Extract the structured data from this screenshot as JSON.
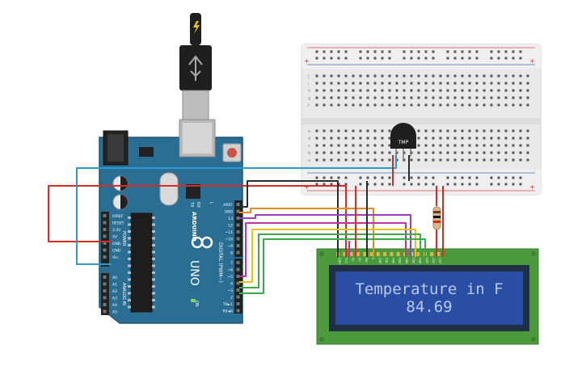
{
  "lcd": {
    "line1": "Temperature in F",
    "line2": "84.69",
    "pins": [
      "GND",
      "VCC",
      "V0",
      "RS",
      "RW",
      "E",
      "DB0",
      "DB1",
      "DB2",
      "DB3",
      "DB4",
      "DB5",
      "DB6",
      "DB7",
      "LED",
      "LED"
    ]
  },
  "arduino": {
    "model": "UNO",
    "brand": "ARDUINO",
    "tx_label": "TX",
    "rx_label": "RX",
    "on_label": "ON",
    "l_label": "L",
    "digital_label": "DIGITAL (PWM~)",
    "power_label": "POWER",
    "analog_label": "ANALOG IN",
    "header_top": [
      "AREF",
      "GND",
      "13",
      "12",
      "~11",
      "~10",
      "~9",
      "8"
    ],
    "header_mid": [
      "7",
      "~6",
      "~5",
      "4",
      "~3",
      "2",
      "TX►1",
      "RX◄0"
    ],
    "power_pins": [
      "IOREF",
      "RESET",
      "3.3V",
      "5V",
      "GND",
      "GND",
      "Vin"
    ],
    "analog_pins": [
      "A0",
      "A1",
      "A2",
      "A3",
      "A4",
      "A5"
    ]
  },
  "sensor": {
    "label": "TMP"
  },
  "breadboard": {
    "row_letters_top": [
      "j",
      "i",
      "h",
      "g",
      "f"
    ],
    "row_letters_bottom": [
      "e",
      "d",
      "c",
      "b",
      "a"
    ],
    "rail_plus": "+",
    "rail_minus": "−",
    "columns": 30
  },
  "colors": {
    "board": "#2a6f93",
    "board_edge": "#1d5677",
    "lcd_pcb": "#4b9a3c",
    "lcd_screen": "#2a4ea3",
    "lcd_text": "#b9c9f0",
    "wire_red": "#d62c24",
    "wire_black": "#2b2b2b",
    "wire_blue": "#2b9ad0",
    "wire_orange": "#e88a1c",
    "wire_purple": "#9a3fb8",
    "wire_green": "#3ea84a",
    "wire_yellow": "#e6c21b",
    "wire_magenta": "#c2339c"
  }
}
